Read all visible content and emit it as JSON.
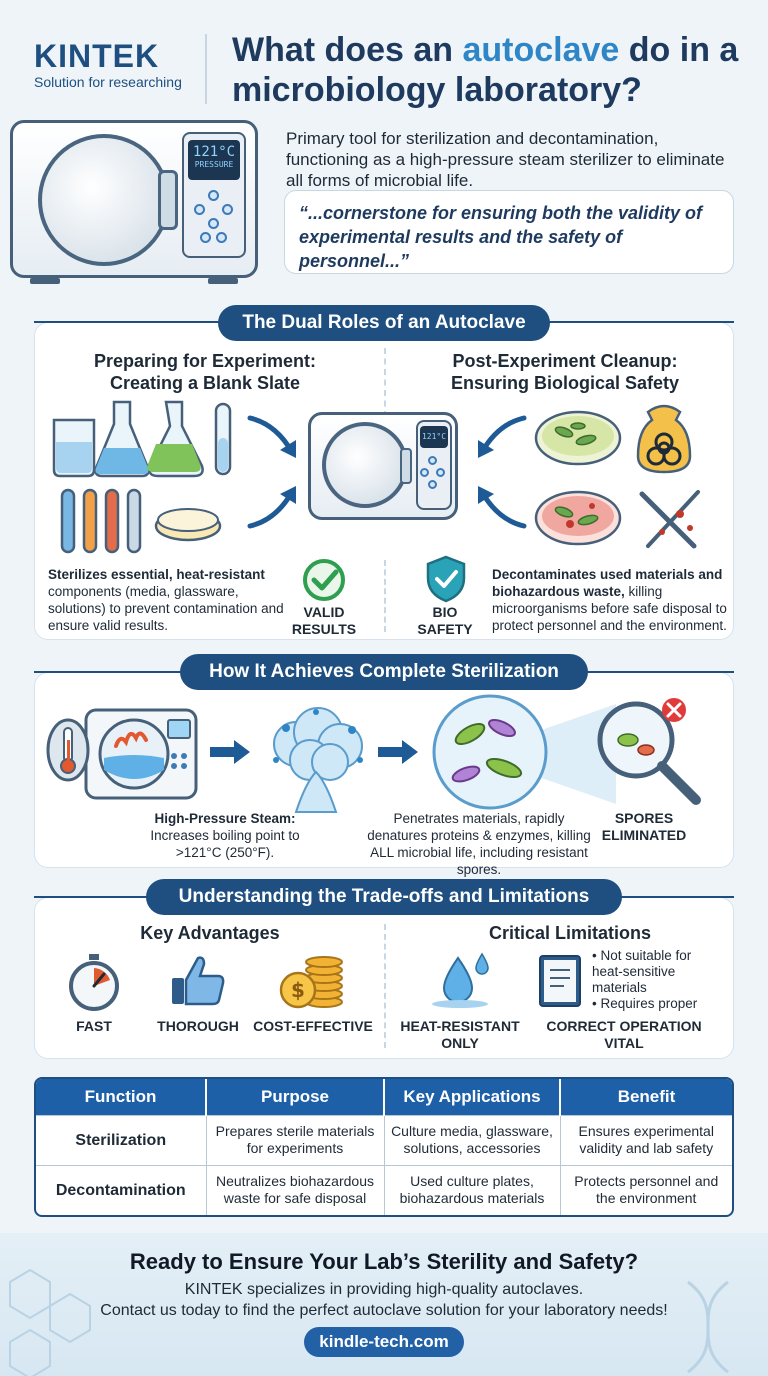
{
  "header": {
    "logo": "KINTEK",
    "tagline": "Solution for researching",
    "title_part1": "What does an ",
    "title_highlight": "autoclave",
    "title_part2": " do in a microbiology laboratory?",
    "intro": "Primary tool for sterilization and decontamination, functioning as a high-pressure steam sterilizer to eliminate all forms of microbial life.",
    "quote": "“...cornerstone for ensuring both the validity of experimental results and the safety of personnel...”",
    "hero_display_temp": "121°C",
    "hero_display_label": "PRESSURE"
  },
  "dual_roles": {
    "title": "The Dual Roles of an Autoclave",
    "left_heading_1": "Preparing for Experiment:",
    "left_heading_2": "Creating a Blank Slate",
    "right_heading_1": "Post-Experiment Cleanup:",
    "right_heading_2": "Ensuring Biological Safety",
    "display_temp": "121°C",
    "left_text_bold": "Sterilizes essential, heat-resistant",
    "left_text_rest": " components (media, glassware, solutions) to prevent contamination and ensure valid results.",
    "right_text_bold": "Decontaminates used materials and biohazardous waste,",
    "right_text_rest": " killing microorganisms before safe disposal to protect personnel and the environment.",
    "valid_label": "VALID RESULTS",
    "bio_label": "BIO SAFETY"
  },
  "sterilization": {
    "title": "How It Achieves Complete Sterilization",
    "steam_bold": "High-Pressure Steam:",
    "steam_text": "Increases boiling point to >121°C (250°F).",
    "penetrate_text": "Penetrates materials, rapidly denatures proteins & enzymes, killing ALL microbial life, including resistant spores.",
    "spores_label": "SPORES ELIMINATED"
  },
  "tradeoffs": {
    "title": "Understanding the Trade-offs and Limitations",
    "advantages_heading": "Key Advantages",
    "limitations_heading": "Critical Limitations",
    "adv_fast": "FAST",
    "adv_thorough": "THOROUGH",
    "adv_cost": "COST-EFFECTIVE",
    "lim_heat_label": "HEAT-RESISTANT ONLY",
    "lim_operation_label": "CORRECT OPERATION VITAL",
    "lim_bullet_1": "Not suitable for heat-sensitive materials",
    "lim_bullet_2": "Requires proper"
  },
  "table": {
    "headers": [
      "Function",
      "Purpose",
      "Key Applications",
      "Benefit"
    ],
    "rows": [
      [
        "Sterilization",
        "Prepares sterile materials for experiments",
        "Culture media, glassware, solutions, accessories",
        "Ensures experimental validity and lab safety"
      ],
      [
        "Decontamination",
        "Neutralizes biohazardous waste for safe disposal",
        "Used culture plates, biohazardous materials",
        "Protects personnel and the environment"
      ]
    ]
  },
  "footer": {
    "title": "Ready to Ensure Your Lab’s Sterility and Safety?",
    "line1": "KINTEK specializes in providing high-quality autoclaves.",
    "line2": "Contact us today to find the perfect autoclave solution for your laboratory needs!",
    "button": "kindle-tech.com"
  }
}
